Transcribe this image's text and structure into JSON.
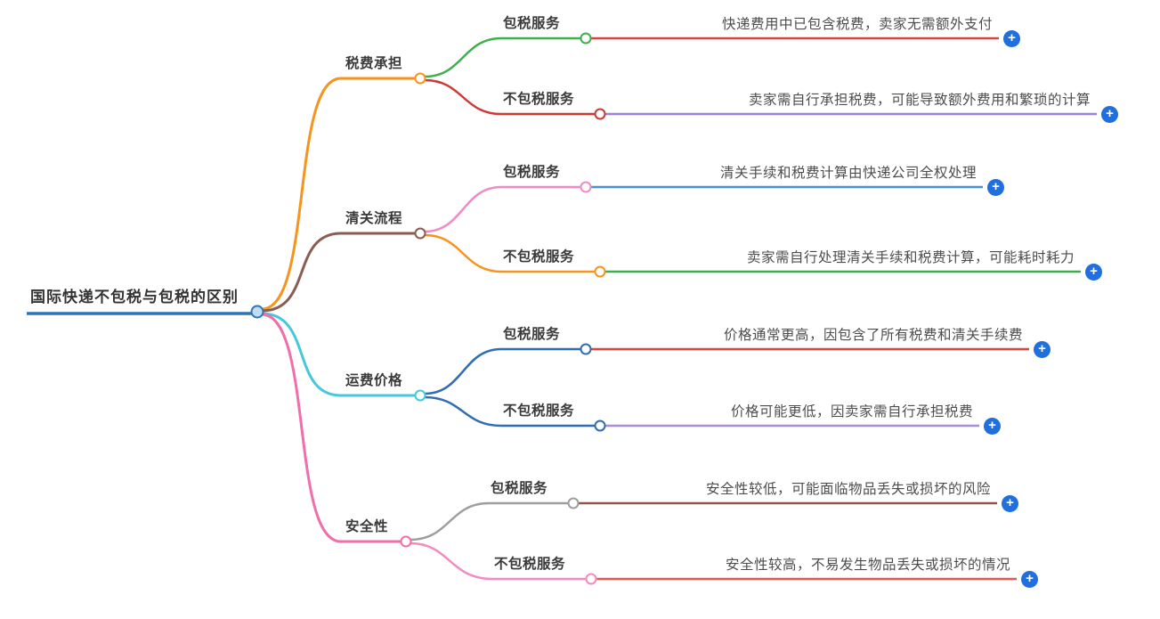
{
  "root": {
    "label": "国际快递不包税与包税的区别"
  },
  "branches": [
    {
      "label": "税费承担",
      "children": [
        {
          "label": "包税服务",
          "desc": "快递费用中已包含税费，卖家无需额外支付"
        },
        {
          "label": "不包税服务",
          "desc": "卖家需自行承担税费，可能导致额外费用和繁琐的计算"
        }
      ]
    },
    {
      "label": "清关流程",
      "children": [
        {
          "label": "包税服务",
          "desc": "清关手续和税费计算由快递公司全权处理"
        },
        {
          "label": "不包税服务",
          "desc": "卖家需自行处理清关手续和税费计算，可能耗时耗力"
        }
      ]
    },
    {
      "label": "运费价格",
      "children": [
        {
          "label": "包税服务",
          "desc": "价格通常更高，因包含了所有税费和清关手续费"
        },
        {
          "label": "不包税服务",
          "desc": "价格可能更低，因卖家需自行承担税费"
        }
      ]
    },
    {
      "label": "安全性",
      "children": [
        {
          "label": "包税服务",
          "desc": "安全性较低，可能面临物品丢失或损坏的风险"
        },
        {
          "label": "不包税服务",
          "desc": "安全性较高，不易发生物品丢失或损坏的情况"
        }
      ]
    }
  ],
  "icons": {
    "plus": "+"
  },
  "colors": {
    "root_line": "#2e75b6",
    "root_node_fill": "#bfdcf0",
    "plus_bg": "#1f6fde",
    "b1_line": "#f7941d",
    "b1c1_line": "#3faf4e",
    "b1c1_leaf": "#d9453c",
    "b1c2_line": "#cc3a36",
    "b1c2_leaf": "#9b82d8",
    "b2_line": "#8a5d52",
    "b2c1_line": "#f08cc3",
    "b2c1_leaf": "#4a90d9",
    "b2c2_line": "#f7941d",
    "b2c2_leaf": "#3faf4e",
    "b3_line": "#45c8dc",
    "b3c1_line": "#2f6eb5",
    "b3c1_leaf": "#d9453c",
    "b3c2_line": "#2f6eb5",
    "b3c2_leaf": "#a98fd9",
    "b4_line": "#f06eaa",
    "b4c1_line": "#9e9e9e",
    "b4c1_leaf": "#96524a",
    "b4c2_line": "#f08cc3",
    "b4c2_leaf": "#e4574f"
  }
}
